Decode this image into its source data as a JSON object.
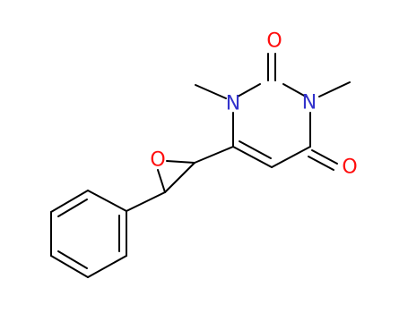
{
  "atoms": {
    "o_top": "O",
    "o_right": "O",
    "o_epoxide": "O",
    "n1": "N",
    "n3": "N"
  },
  "colors": {
    "carbon_bond": "#000000",
    "oxygen": "#ff0d0d",
    "nitrogen": "#3333cc",
    "background": "#ffffff"
  }
}
